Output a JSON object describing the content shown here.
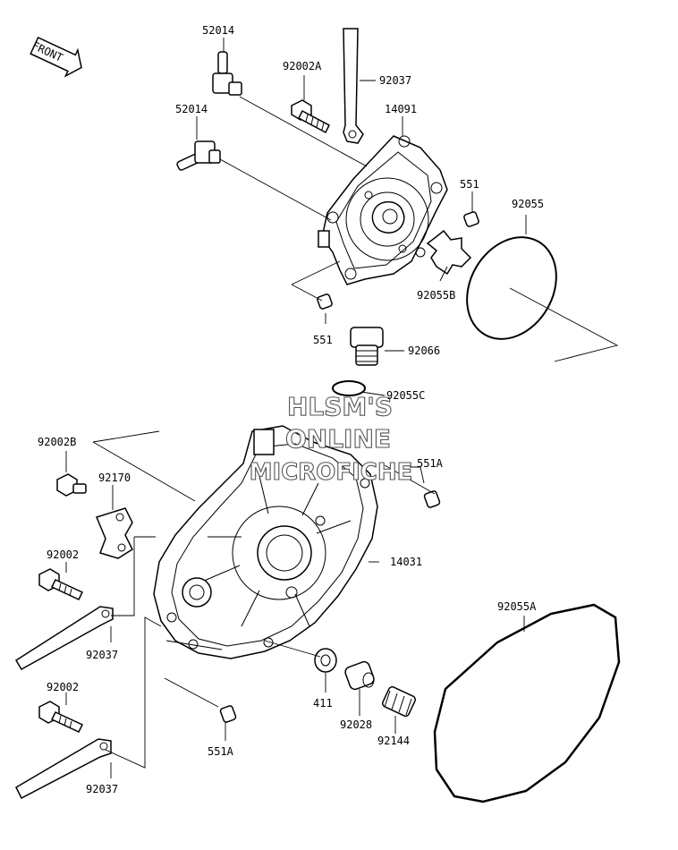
{
  "front_badge": "FRONT",
  "watermark": [
    "HLSM'S",
    "ONLINE",
    "MICROFICHE"
  ],
  "labels": {
    "p52014_top": "52014",
    "p52014_mid": "52014",
    "p92002A": "92002A",
    "p92037_top": "92037",
    "p14091": "14091",
    "p551_right": "551",
    "p92055": "92055",
    "p92055B": "92055B",
    "p551_left": "551",
    "p92066": "92066",
    "p92055C": "92055C",
    "p92002B": "92002B",
    "p551A_right": "551A",
    "p92170": "92170",
    "p92002_a": "92002",
    "p14031": "14031",
    "p92055A": "92055A",
    "p92037_mid": "92037",
    "p92002_b": "92002",
    "p411": "411",
    "p92028": "92028",
    "p92144": "92144",
    "p551A_bottom": "551A",
    "p92037_bottom": "92037"
  }
}
